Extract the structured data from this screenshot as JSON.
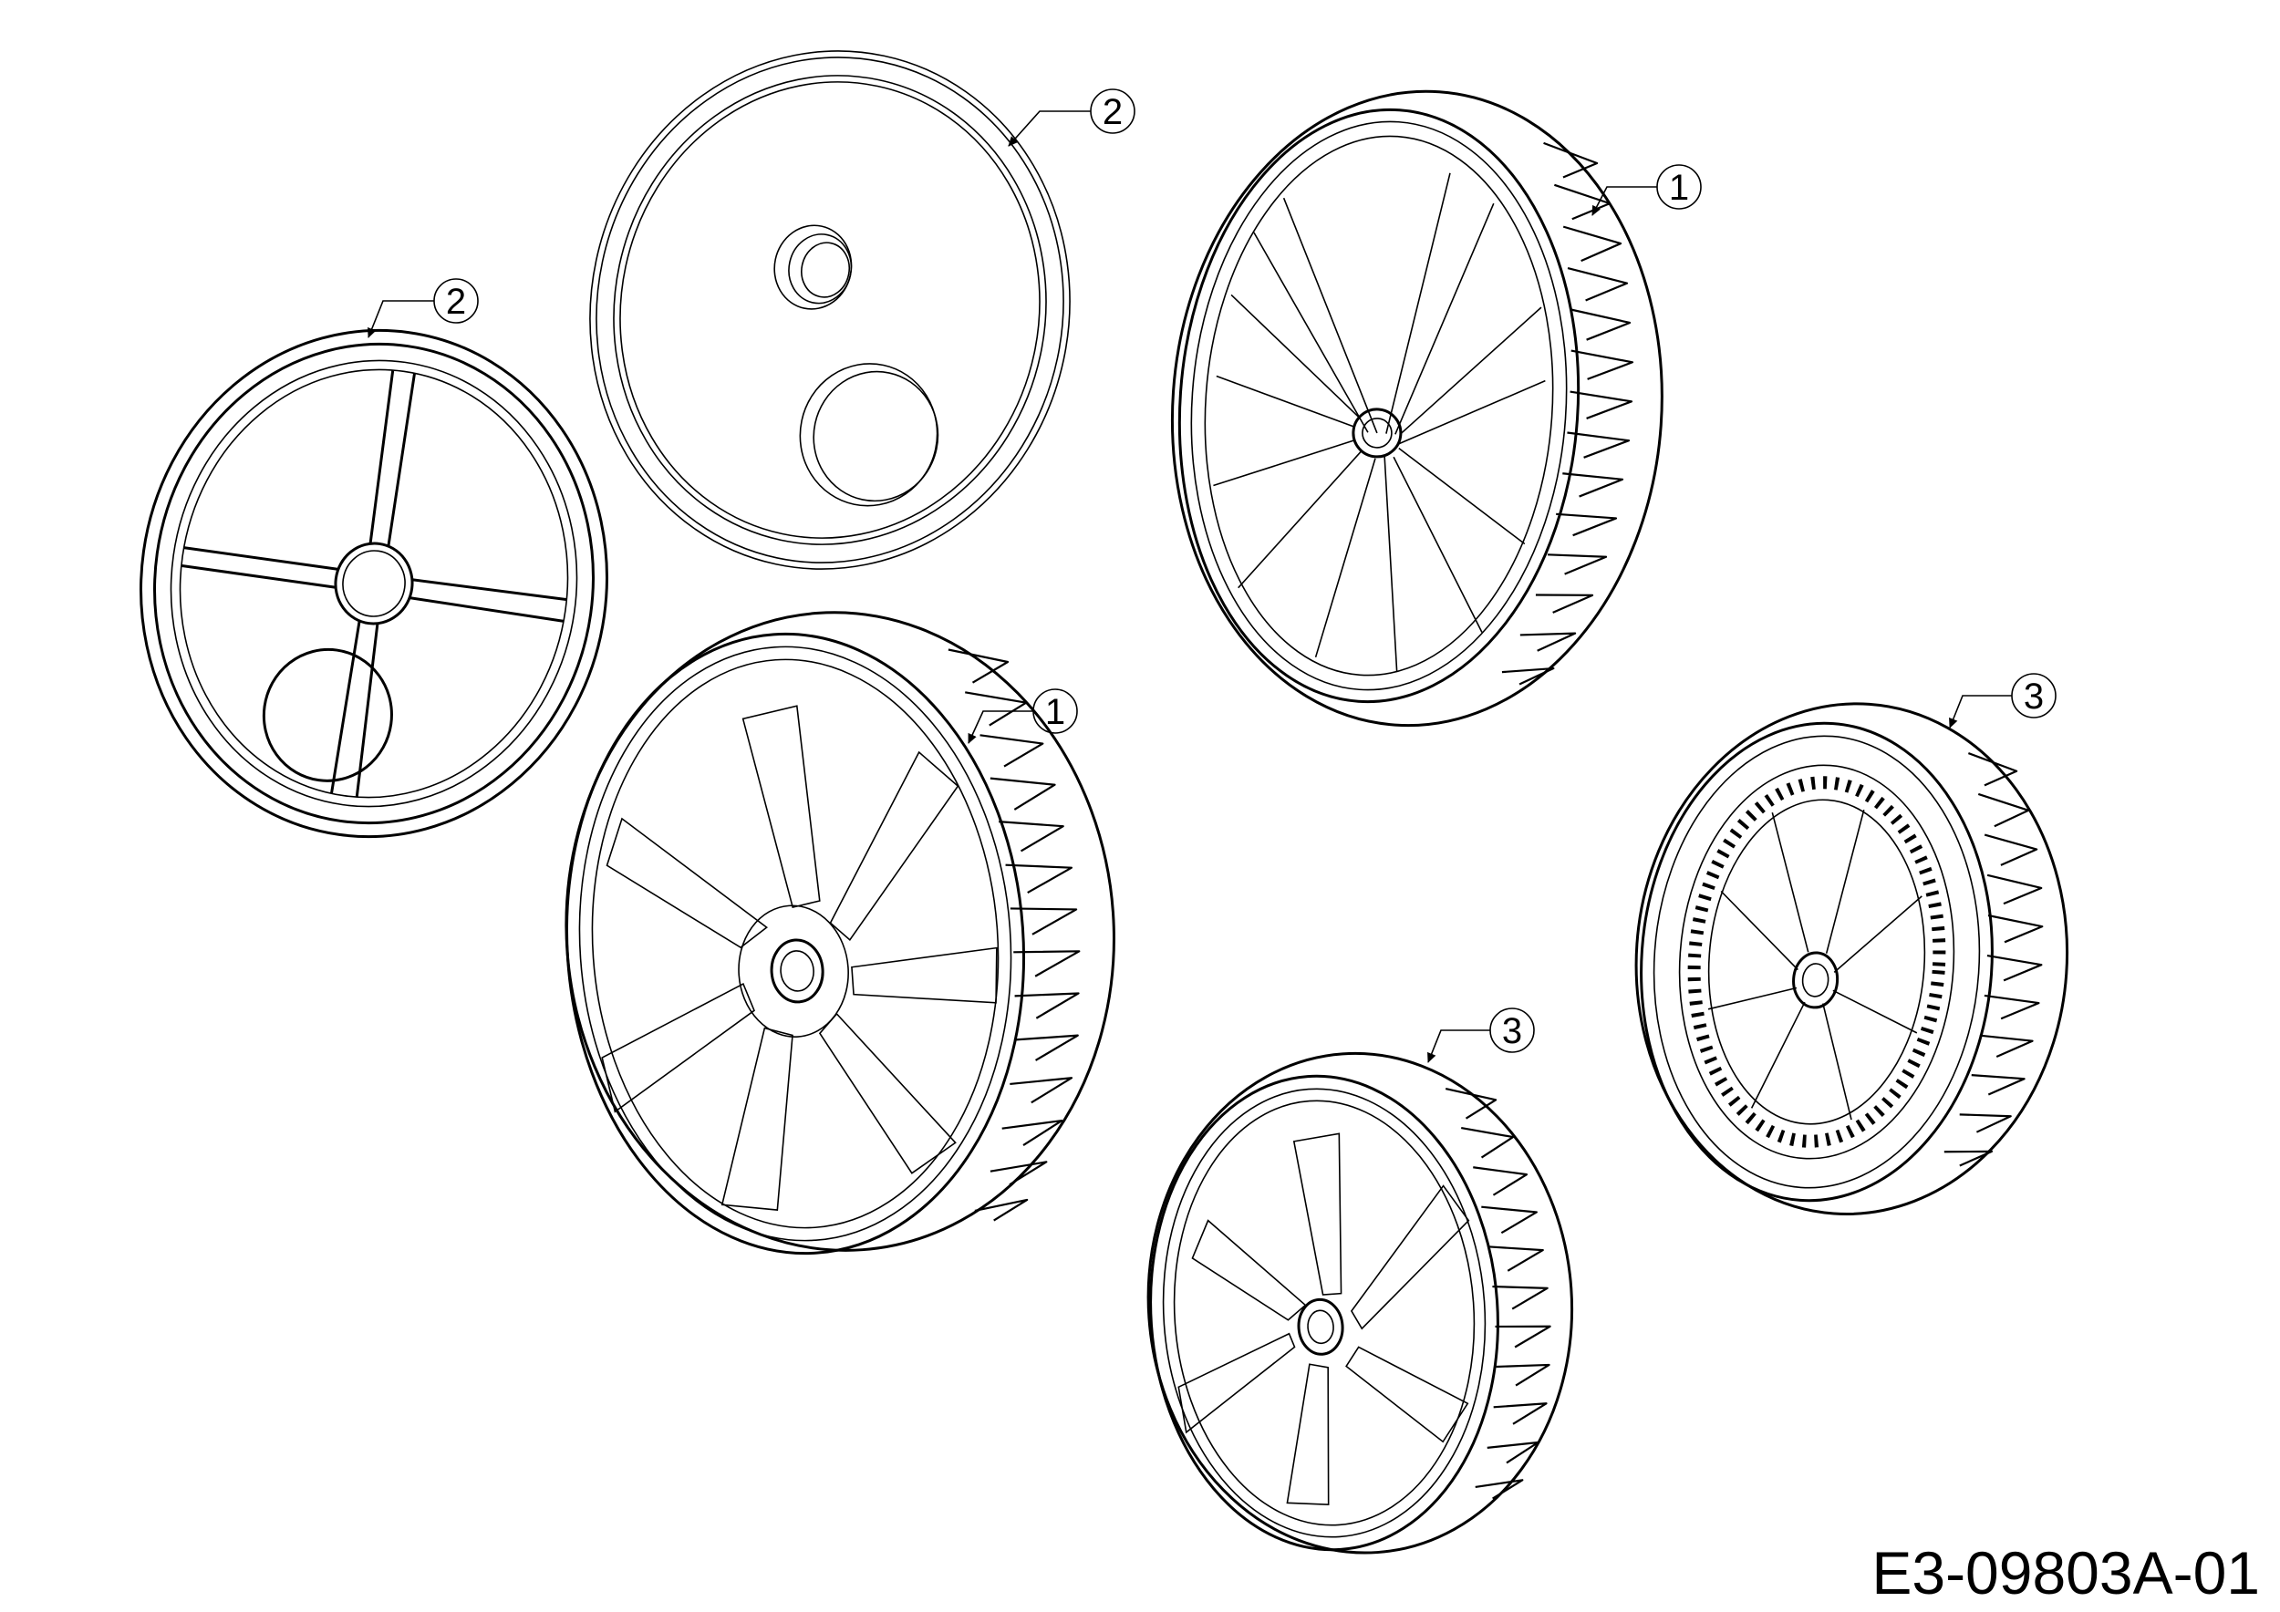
{
  "drawing_code": "E3-09803A-01",
  "callouts": [
    {
      "id": "callout-a",
      "number": "2"
    },
    {
      "id": "callout-b",
      "number": "2"
    },
    {
      "id": "callout-c",
      "number": "1"
    },
    {
      "id": "callout-d",
      "number": "1"
    },
    {
      "id": "callout-e",
      "number": "3"
    },
    {
      "id": "callout-f",
      "number": "3"
    }
  ]
}
